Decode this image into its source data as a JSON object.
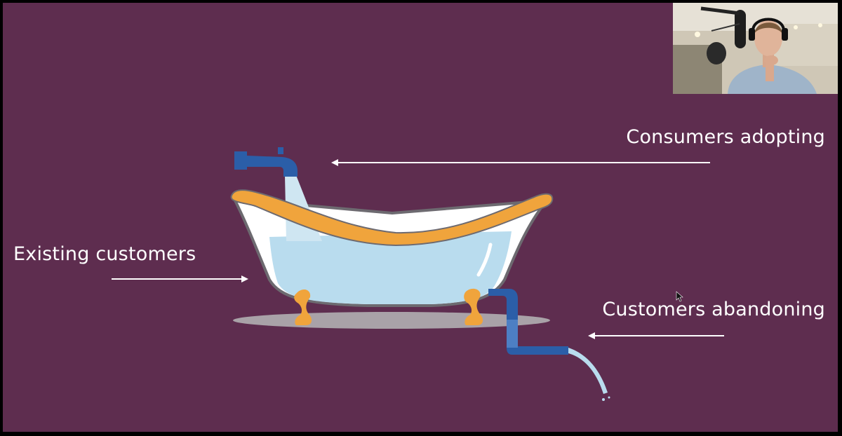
{
  "slide": {
    "background_color": "#5e2d4f",
    "labels": {
      "consumers_adopting": "Consumers adopting",
      "existing_customers": "Existing customers",
      "customers_abandoning": "Customers abandoning"
    }
  },
  "illustration": {
    "subject": "bathtub",
    "water_color": "#b9dcee",
    "tub_rim_color": "#f0a43c",
    "faucet_color": "#2b5ea8",
    "shadow_color": "#a9a2a8"
  },
  "webcam": {
    "subject": "presenter-video-feed"
  }
}
